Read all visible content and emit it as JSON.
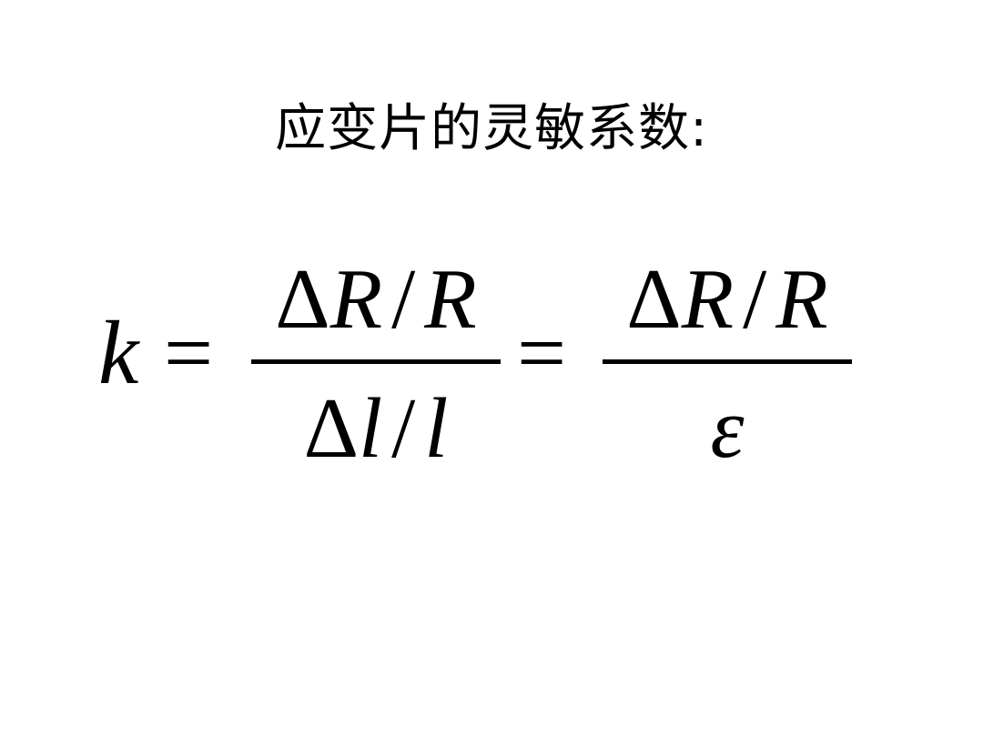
{
  "slide": {
    "title": "应变片的灵敏系数:"
  },
  "formula": {
    "lhs": "k",
    "equals": "=",
    "fraction1": {
      "numerator": {
        "delta": "Δ",
        "var1": "R",
        "slash": "/",
        "var2": "R"
      },
      "denominator": {
        "delta": "Δ",
        "var1": "l",
        "slash": "/",
        "var2": "l"
      }
    },
    "fraction2": {
      "numerator": {
        "delta": "Δ",
        "var1": "R",
        "slash": "/",
        "var2": "R"
      },
      "denominator": "ε"
    }
  }
}
